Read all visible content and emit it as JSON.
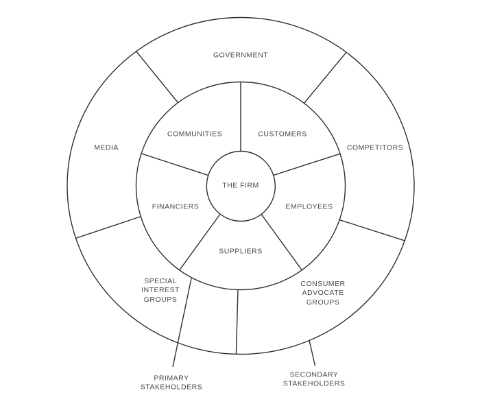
{
  "figure": {
    "type": "concentric_rings_stakeholder_diagram",
    "center": "THE FIRM",
    "rings": [
      {
        "name": "PRIMARY STAKEHOLDERS",
        "sectors": [
          "COMMUNITIES",
          "CUSTOMERS",
          "EMPLOYEES",
          "SUPPLIERS",
          "FINANCIERS"
        ]
      },
      {
        "name": "SECONDARY STAKEHOLDERS",
        "sectors": [
          "GOVERNMENT",
          "COMPETITORS",
          "CONSUMER ADVOCATE GROUPS",
          "SPECIAL INTEREST GROUPS",
          "MEDIA"
        ]
      }
    ]
  },
  "labels": {
    "the_firm": "THE FIRM",
    "communities": "COMMUNITIES",
    "customers": "CUSTOMERS",
    "financiers": "FINANCIERS",
    "employees": "EMPLOYEES",
    "suppliers": "SUPPLIERS",
    "government": "GOVERNMENT",
    "media": "MEDIA",
    "competitors": "COMPETITORS",
    "special_interest_groups": "SPECIAL\nINTEREST\nGROUPS",
    "consumer_advocate_groups": "CONSUMER\nADVOCATE\nGROUPS",
    "primary_stakeholders": "PRIMARY\nSTAKEHOLDERS",
    "secondary_stakeholders": "SECONDARY\nSTAKEHOLDERS"
  },
  "colors": {
    "background": "#ffffff",
    "line": "#2e2e2e",
    "text": "#474747"
  }
}
